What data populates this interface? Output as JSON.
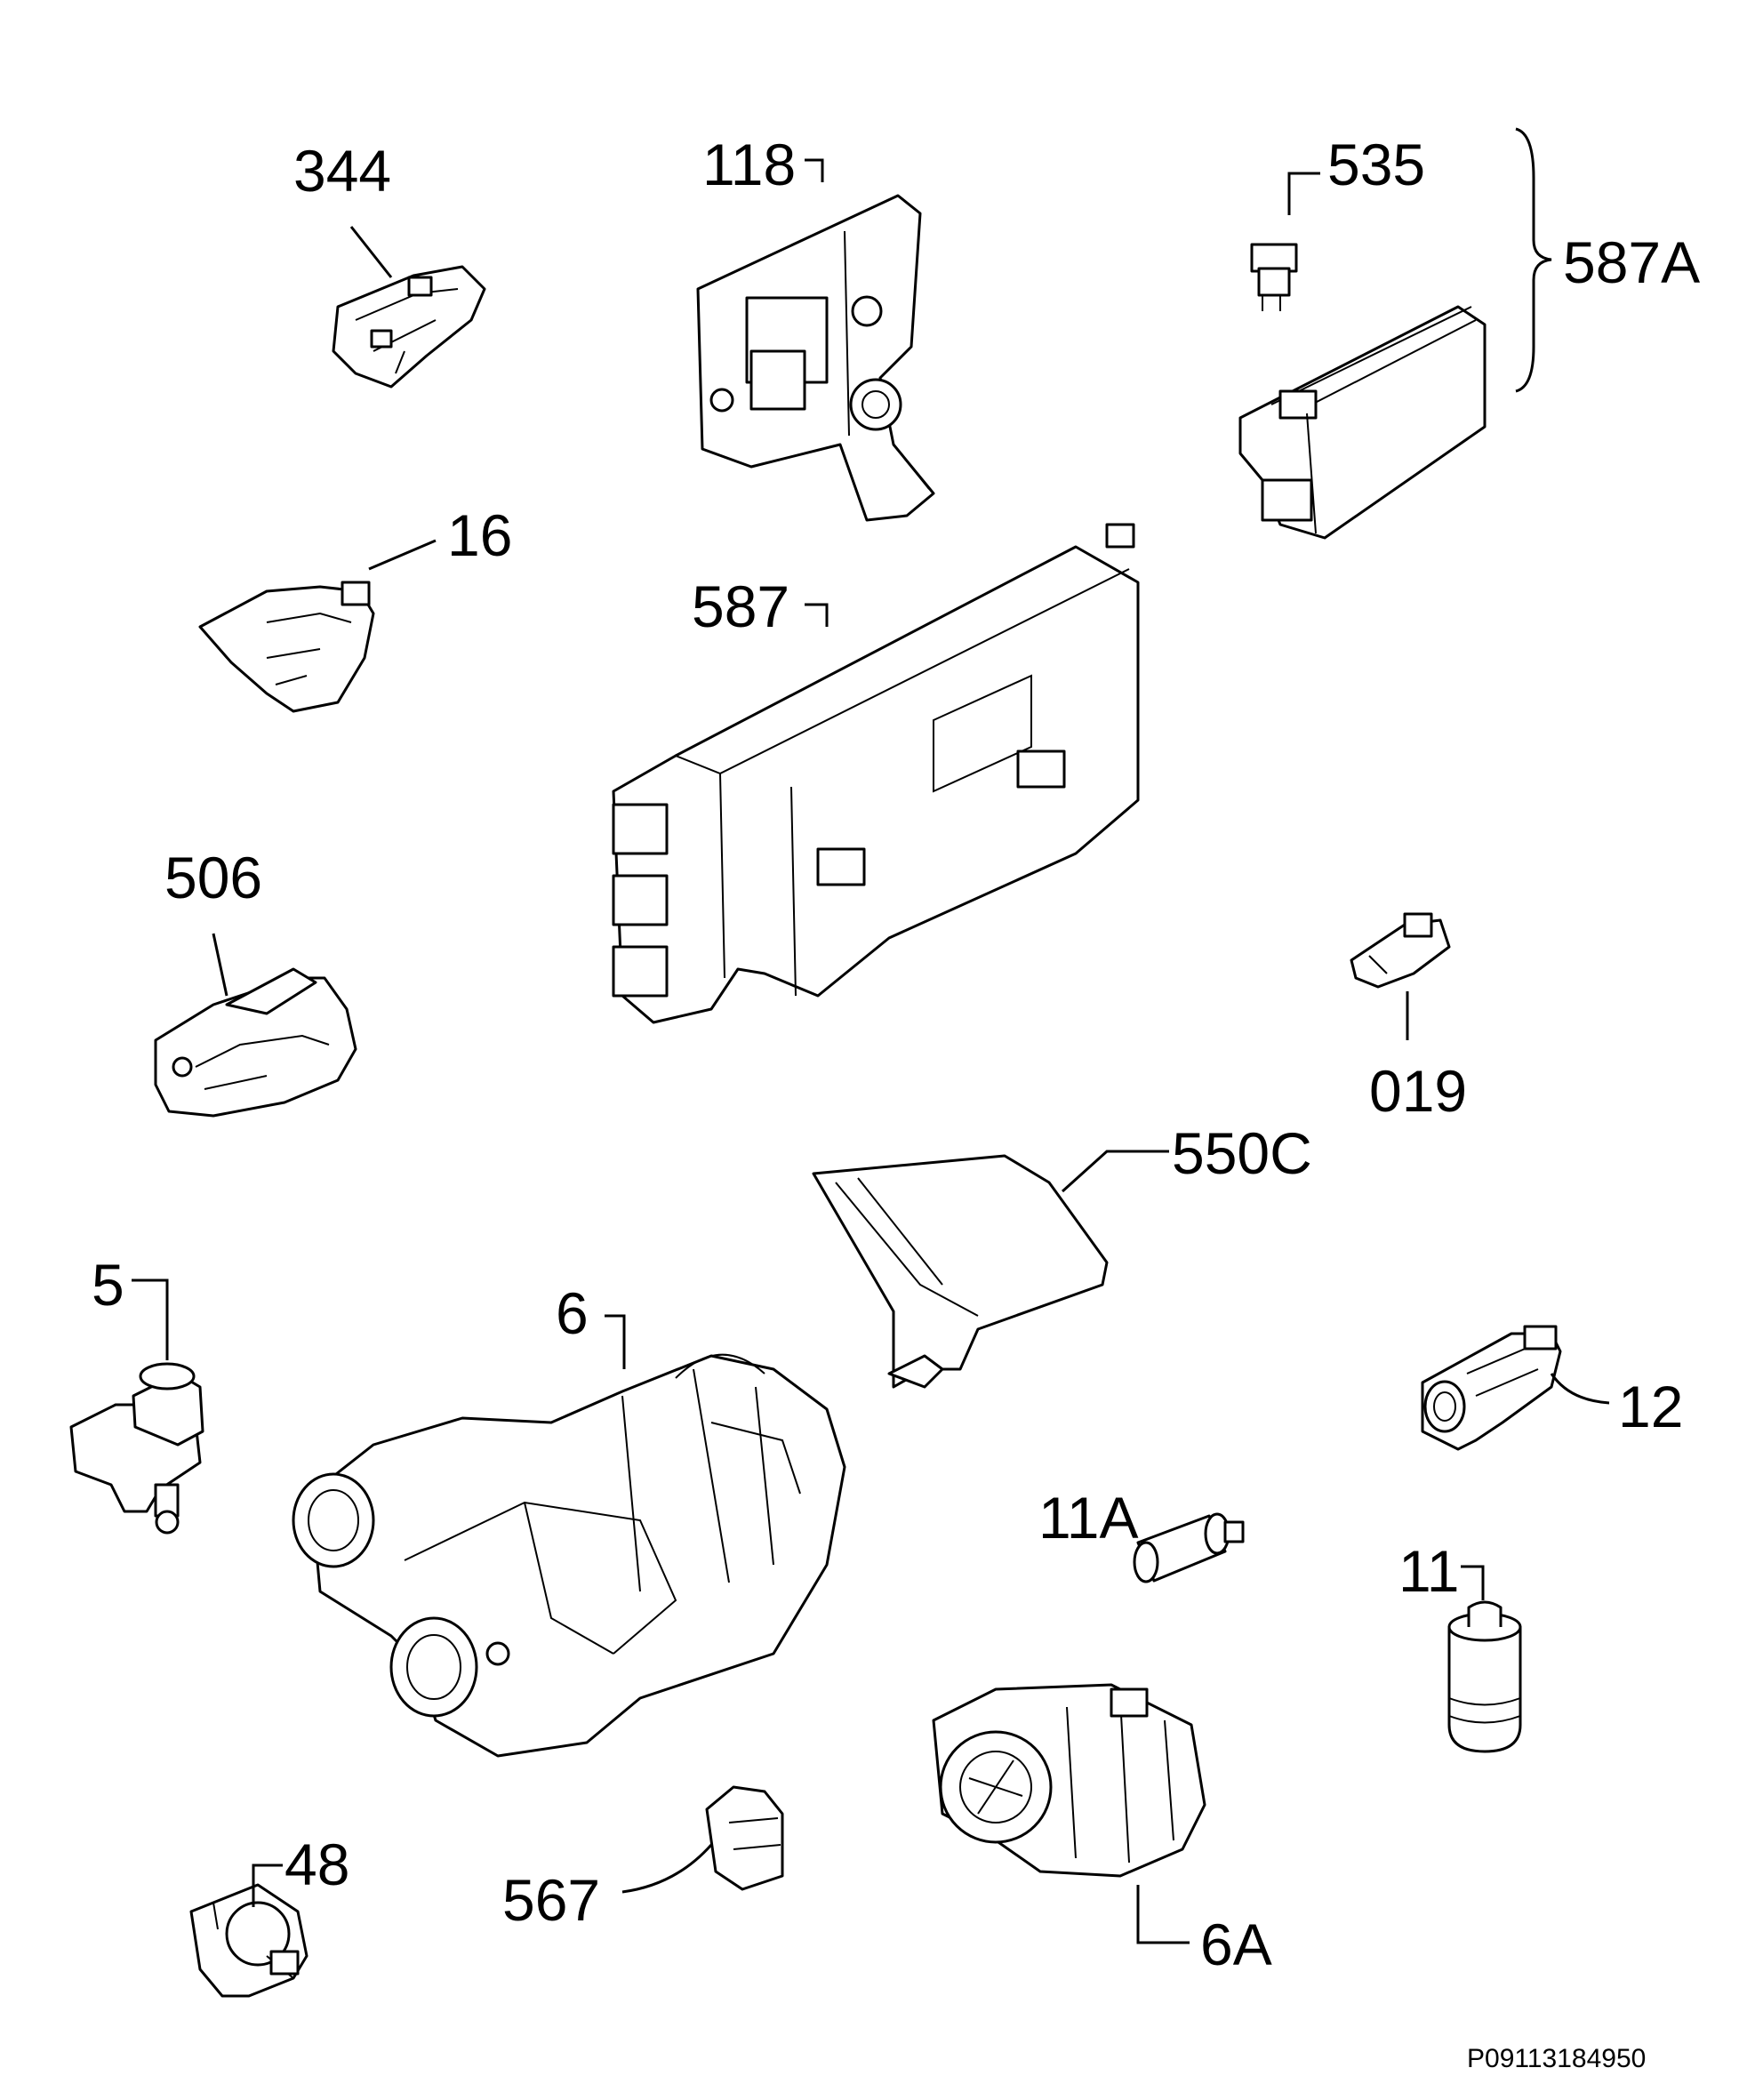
{
  "labels": {
    "l344": "344",
    "l118": "118",
    "l535": "535",
    "l587A": "587A",
    "l16": "16",
    "l587": "587",
    "l506": "506",
    "l019": "019",
    "l550C": "550C",
    "l5": "5",
    "l6": "6",
    "l12": "12",
    "l11A": "11A",
    "l11": "11",
    "l48": "48",
    "l567": "567",
    "l6A": "6A"
  },
  "drawing_code": "P09113184950"
}
